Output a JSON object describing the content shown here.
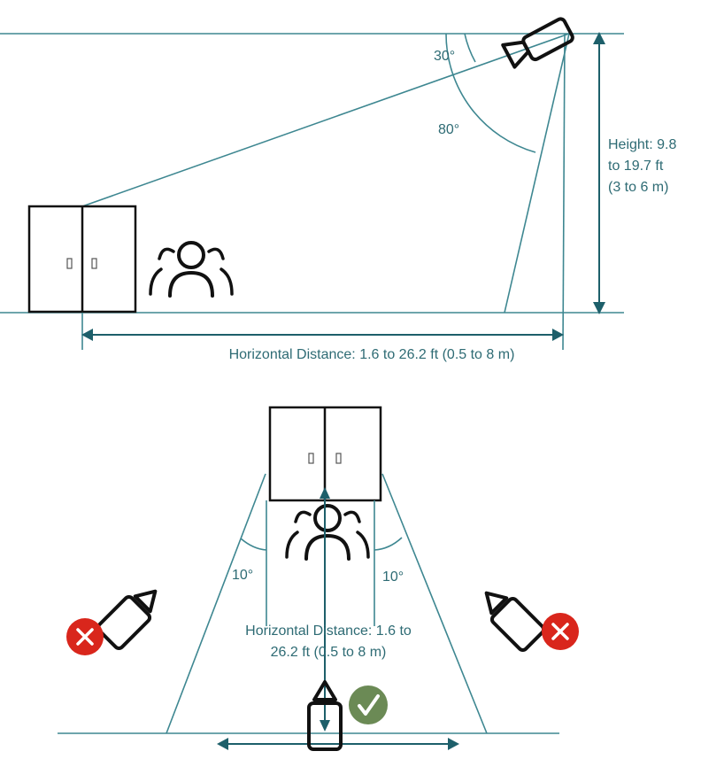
{
  "side_view": {
    "angle_30": "30°",
    "angle_80": "80°",
    "height_lines": [
      "Height: 9.8",
      "to 19.7 ft",
      "(3 to 6 m)"
    ],
    "distance_label": "Horizontal Distance: 1.6 to 26.2 ft (0.5 to 8 m)"
  },
  "top_view": {
    "angle_left": "10°",
    "angle_right": "10°",
    "distance_lines": [
      "Horizontal Distance: 1.6 to",
      "26.2 ft (0.5 to 8 m)"
    ],
    "status_colors": {
      "incorrect": "#d9261c",
      "correct": "#6b8a55"
    }
  },
  "colors": {
    "line": "#3e8791",
    "text": "#2e6b74"
  }
}
